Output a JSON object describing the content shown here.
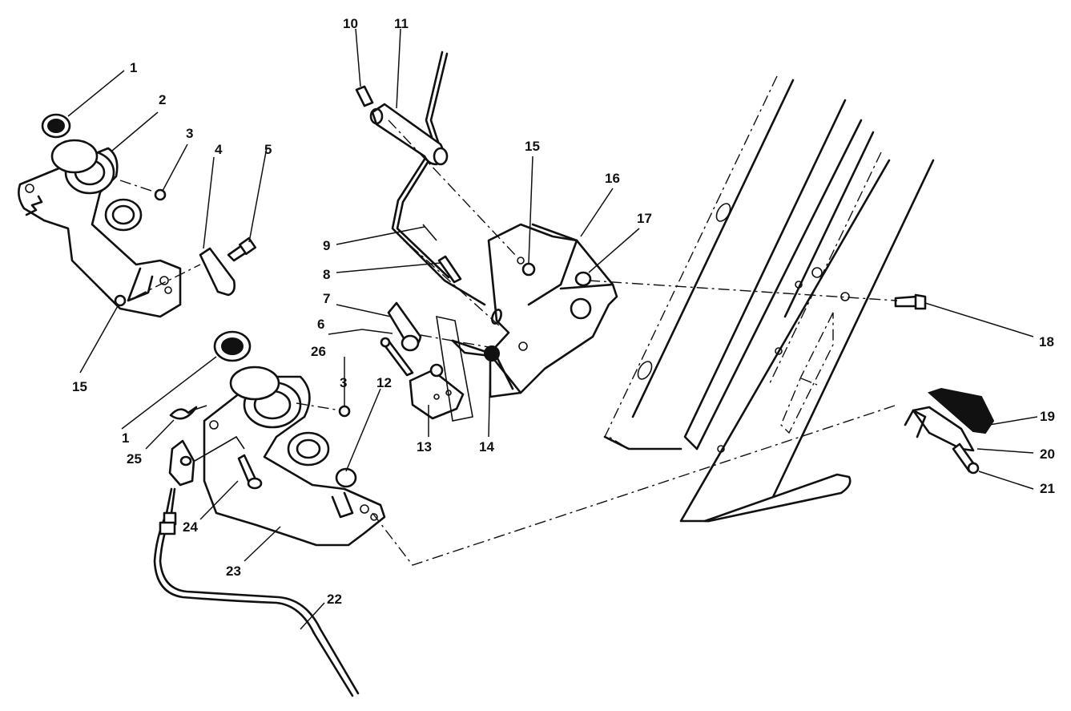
{
  "callouts": [
    "1",
    "2",
    "3",
    "4",
    "5",
    "1",
    "3",
    "12",
    "13",
    "14",
    "15",
    "15",
    "16",
    "17",
    "18",
    "19",
    "20",
    "21",
    "22",
    "23",
    "24",
    "25",
    "26",
    "6",
    "7",
    "8",
    "9",
    "10",
    "11"
  ]
}
